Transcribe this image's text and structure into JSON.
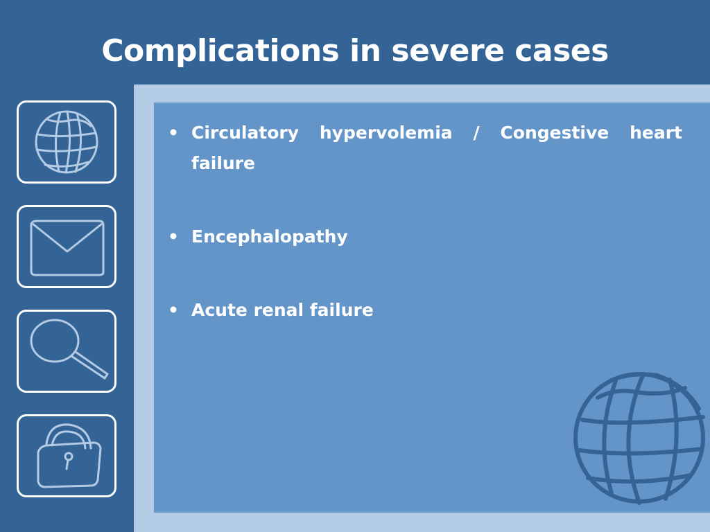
{
  "slide": {
    "title": "Complications in severe cases"
  },
  "sidebar": {
    "icons": [
      {
        "name": "globe-icon"
      },
      {
        "name": "envelope-icon"
      },
      {
        "name": "magnifier-icon"
      },
      {
        "name": "padlock-icon"
      }
    ]
  },
  "content": {
    "bullet_char": "•",
    "bullets": [
      "Circulatory hypervolemia / Congestive heart failure",
      "Encephalopathy",
      "Acute renal failure"
    ]
  },
  "colors": {
    "dark_blue": "#346396",
    "light_frame": "#b4cbe5",
    "panel_blue": "#6495c9",
    "icon_stroke": "#b4cbe5",
    "globe_deco": "#346396",
    "text": "#ffffff"
  }
}
